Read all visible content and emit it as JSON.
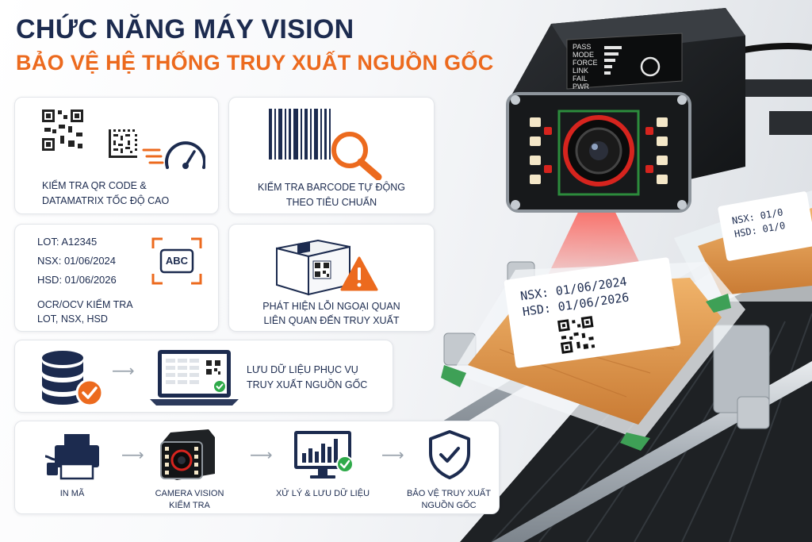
{
  "header": {
    "title": "CHỨC NĂNG MÁY VISION",
    "subtitle": "BẢO VỆ HỆ THỐNG TRUY XUẤT NGUỒN GỐC"
  },
  "features": {
    "qr": {
      "line1": "KIỂM TRA QR CODE &",
      "line2": "DATAMATRIX TỐC ĐỘ CAO"
    },
    "barcode": {
      "line1": "KIỂM TRA BARCODE TỰ ĐỘNG",
      "line2": "THEO TIÊU CHUẨN"
    },
    "ocr": {
      "lot": "LOT: A12345",
      "nsx": "NSX: 01/06/2024",
      "hsd": "HSD: 01/06/2026",
      "abc": "ABC",
      "line1": "OCR/OCV KIỂM TRA",
      "line2": "LOT, NSX, HSD"
    },
    "defect": {
      "line1": "PHÁT HIỆN LỖI NGOẠI QUAN",
      "line2": "LIÊN QUAN ĐẾN TRUY XUẤT"
    },
    "storage": {
      "line1": "LƯU DỮ LIỆU PHỤC VỤ",
      "line2": "TRUY XUẤT NGUỒN GỐC"
    }
  },
  "process": {
    "steps": [
      {
        "line1": "IN MÃ",
        "line2": ""
      },
      {
        "line1": "CAMERA VISION",
        "line2": "KIỂM TRA"
      },
      {
        "line1": "XỬ LÝ & LƯU DỮ LIỆU",
        "line2": ""
      },
      {
        "line1": "BẢO VỆ TRUY XUẤT",
        "line2": "NGUỒN GỐC"
      }
    ]
  },
  "camera": {
    "indicators": [
      "PASS",
      "MODE",
      "FORCE",
      "LINK",
      "FAIL",
      "PWR"
    ]
  },
  "product": {
    "label_line1": "NSX: 01/06/2024",
    "label_line2": "HSD: 01/06/2026",
    "back_label_line1": "NSX: 01/0",
    "back_label_line2": "HSD: 01/0"
  },
  "colors": {
    "navy": "#1c2b4f",
    "orange": "#ec6a1e",
    "green": "#2faa4a"
  }
}
